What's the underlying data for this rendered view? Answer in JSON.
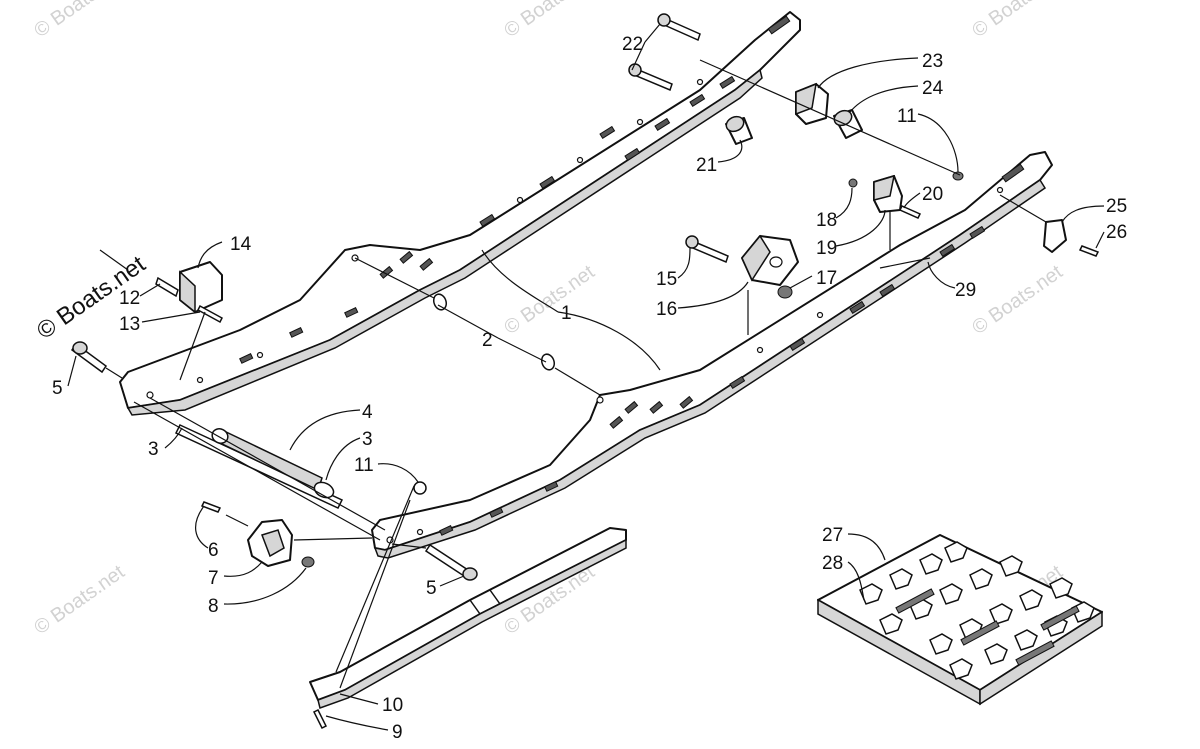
{
  "watermark": {
    "light_text": "© Boats.net",
    "dark_text": "© Boats.net"
  },
  "callouts": [
    {
      "id": "c22",
      "label": "22"
    },
    {
      "id": "c23",
      "label": "23"
    },
    {
      "id": "c24",
      "label": "24"
    },
    {
      "id": "c11a",
      "label": "11"
    },
    {
      "id": "c21",
      "label": "21"
    },
    {
      "id": "c14",
      "label": "14"
    },
    {
      "id": "c12",
      "label": "12"
    },
    {
      "id": "c13",
      "label": "13"
    },
    {
      "id": "c20",
      "label": "20"
    },
    {
      "id": "c18",
      "label": "18"
    },
    {
      "id": "c19",
      "label": "19"
    },
    {
      "id": "c25",
      "label": "25"
    },
    {
      "id": "c26",
      "label": "26"
    },
    {
      "id": "c15",
      "label": "15"
    },
    {
      "id": "c17",
      "label": "17"
    },
    {
      "id": "c16",
      "label": "16"
    },
    {
      "id": "c1",
      "label": "1"
    },
    {
      "id": "c29",
      "label": "29"
    },
    {
      "id": "c2",
      "label": "2"
    },
    {
      "id": "c5a",
      "label": "5"
    },
    {
      "id": "c4",
      "label": "4"
    },
    {
      "id": "c3a",
      "label": "3"
    },
    {
      "id": "c3b",
      "label": "3"
    },
    {
      "id": "c11b",
      "label": "11"
    },
    {
      "id": "c6",
      "label": "6"
    },
    {
      "id": "c7",
      "label": "7"
    },
    {
      "id": "c8",
      "label": "8"
    },
    {
      "id": "c5b",
      "label": "5"
    },
    {
      "id": "c27",
      "label": "27"
    },
    {
      "id": "c28",
      "label": "28"
    },
    {
      "id": "c10",
      "label": "10"
    },
    {
      "id": "c9",
      "label": "9"
    }
  ]
}
